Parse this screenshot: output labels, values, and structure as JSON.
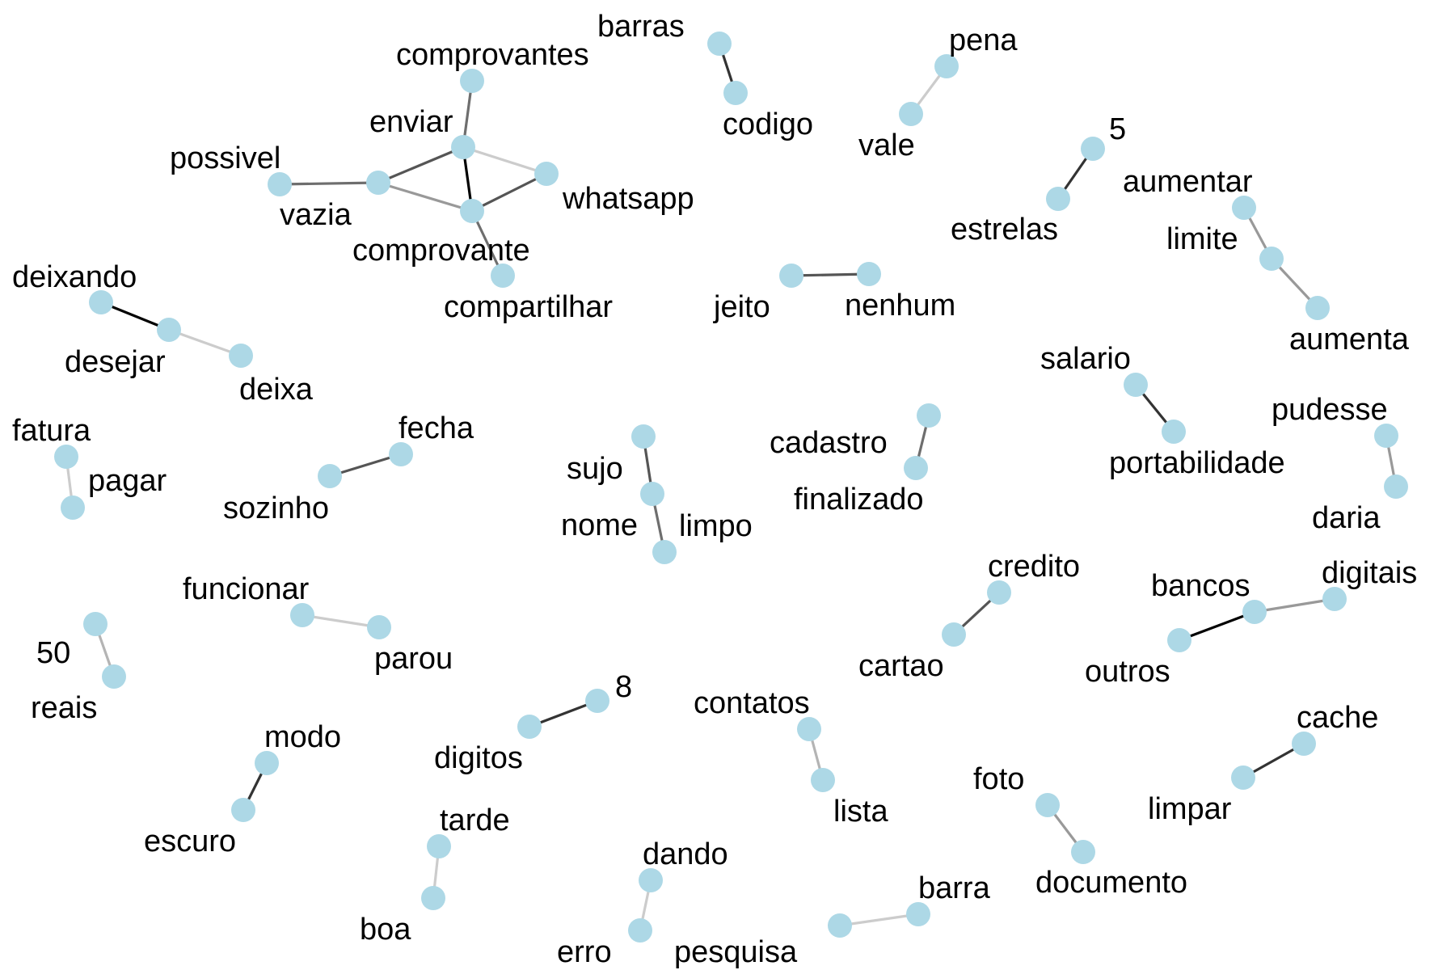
{
  "graph": {
    "node_color": "#add8e6",
    "label_color": "#000000",
    "edge_shades": {
      "darkest": "#000000",
      "dark": "#333333",
      "medium_dark": "#555555",
      "medium": "#6e6e6e",
      "medium_light": "#999999",
      "light": "#b4b4b4",
      "lightest": "#cccccc"
    },
    "nodes": [
      "comprovantes",
      "enviar",
      "possivel",
      "vazia",
      "whatsapp",
      "comprovante",
      "compartilhar",
      "barras",
      "codigo",
      "pena",
      "vale",
      "5",
      "estrelas",
      "aumentar",
      "limite",
      "aumenta",
      "jeito",
      "nenhum",
      "deixando",
      "desejar",
      "deixa",
      "salario",
      "portabilidade",
      "pudesse",
      "daria",
      "fatura",
      "pagar",
      "fecha",
      "sozinho",
      "sujo",
      "nome",
      "limpo",
      "cadastro",
      "finalizado",
      "credito",
      "cartao",
      "bancos",
      "digitais",
      "outros",
      "funcionar",
      "parou",
      "50",
      "reais",
      "8",
      "digitos",
      "contatos",
      "lista",
      "cache",
      "limpar",
      "modo",
      "escuro",
      "foto",
      "documento",
      "tarde",
      "boa",
      "dando",
      "erro",
      "barra",
      "pesquisa"
    ],
    "edges": [
      {
        "source": "comprovantes",
        "target": "enviar",
        "shade": "medium"
      },
      {
        "source": "enviar",
        "target": "comprovante",
        "shade": "darkest"
      },
      {
        "source": "enviar",
        "target": "whatsapp",
        "shade": "lightest"
      },
      {
        "source": "enviar",
        "target": "vazia",
        "shade": "medium_dark"
      },
      {
        "source": "possivel",
        "target": "vazia",
        "shade": "medium"
      },
      {
        "source": "vazia",
        "target": "comprovante",
        "shade": "medium_light"
      },
      {
        "source": "comprovante",
        "target": "whatsapp",
        "shade": "medium_dark"
      },
      {
        "source": "comprovante",
        "target": "compartilhar",
        "shade": "medium"
      },
      {
        "source": "barras",
        "target": "codigo",
        "shade": "dark"
      },
      {
        "source": "pena",
        "target": "vale",
        "shade": "lightest"
      },
      {
        "source": "5",
        "target": "estrelas",
        "shade": "dark"
      },
      {
        "source": "aumentar",
        "target": "limite",
        "shade": "medium_light"
      },
      {
        "source": "limite",
        "target": "aumenta",
        "shade": "medium_light"
      },
      {
        "source": "jeito",
        "target": "nenhum",
        "shade": "medium_dark"
      },
      {
        "source": "deixando",
        "target": "desejar",
        "shade": "darkest"
      },
      {
        "source": "desejar",
        "target": "deixa",
        "shade": "lightest"
      },
      {
        "source": "salario",
        "target": "portabilidade",
        "shade": "dark"
      },
      {
        "source": "pudesse",
        "target": "daria",
        "shade": "medium_light"
      },
      {
        "source": "fatura",
        "target": "pagar",
        "shade": "lightest"
      },
      {
        "source": "fecha",
        "target": "sozinho",
        "shade": "medium_dark"
      },
      {
        "source": "sujo",
        "target": "nome",
        "shade": "medium_dark"
      },
      {
        "source": "nome",
        "target": "limpo",
        "shade": "medium"
      },
      {
        "source": "cadastro",
        "target": "finalizado",
        "shade": "medium"
      },
      {
        "source": "credito",
        "target": "cartao",
        "shade": "medium_dark"
      },
      {
        "source": "bancos",
        "target": "outros",
        "shade": "darkest"
      },
      {
        "source": "bancos",
        "target": "digitais",
        "shade": "medium_light"
      },
      {
        "source": "funcionar",
        "target": "parou",
        "shade": "lightest"
      },
      {
        "source": "50",
        "target": "reais",
        "shade": "light"
      },
      {
        "source": "8",
        "target": "digitos",
        "shade": "dark"
      },
      {
        "source": "contatos",
        "target": "lista",
        "shade": "light"
      },
      {
        "source": "cache",
        "target": "limpar",
        "shade": "dark"
      },
      {
        "source": "modo",
        "target": "escuro",
        "shade": "dark"
      },
      {
        "source": "foto",
        "target": "documento",
        "shade": "medium_light"
      },
      {
        "source": "tarde",
        "target": "boa",
        "shade": "lightest"
      },
      {
        "source": "dando",
        "target": "erro",
        "shade": "lightest"
      },
      {
        "source": "barra",
        "target": "pesquisa",
        "shade": "lightest"
      }
    ]
  }
}
